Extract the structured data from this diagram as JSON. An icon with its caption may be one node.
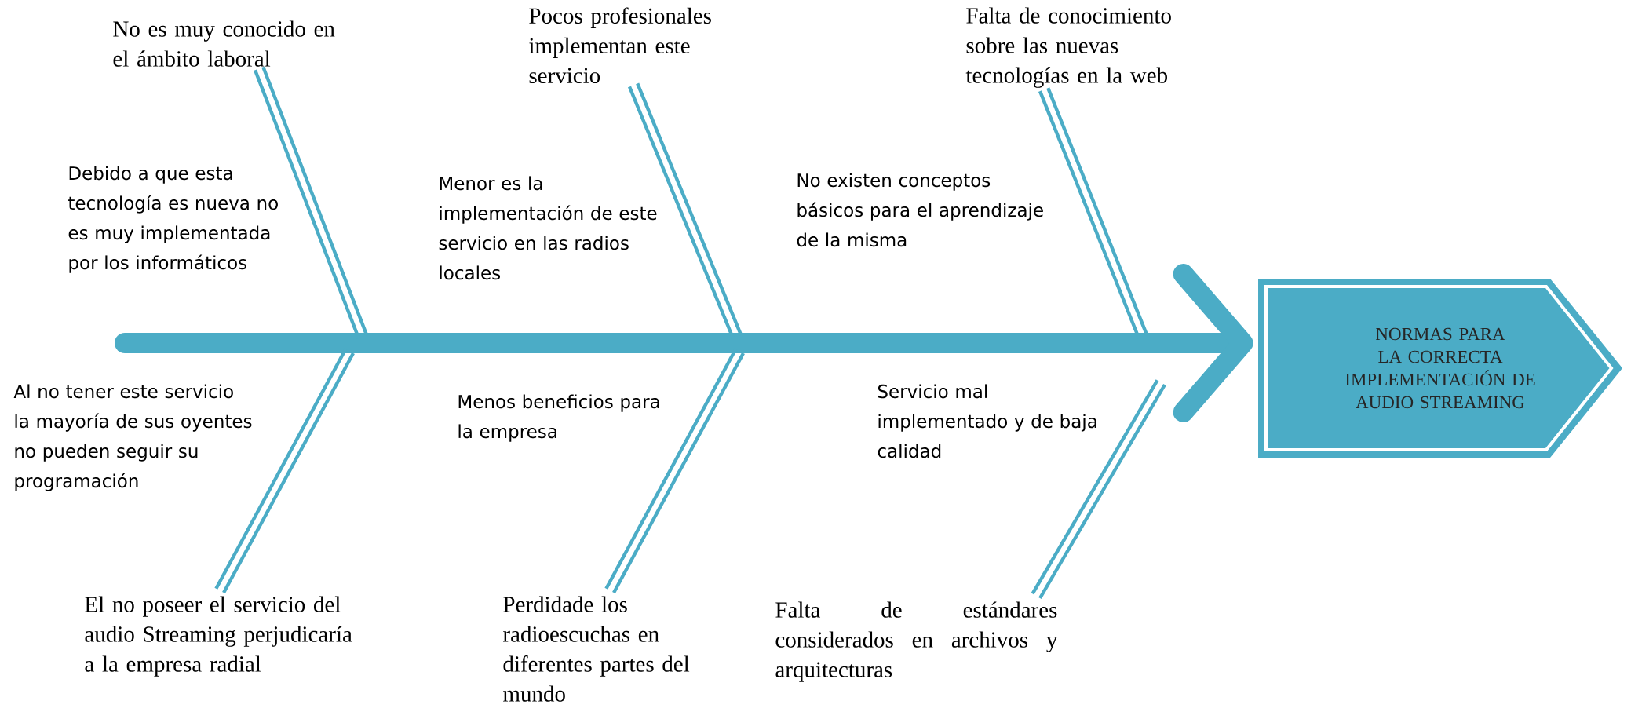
{
  "diagram": {
    "nodes": [
      {
        "text": [
          "NORMAS PARA LA CORRECTA IMPLEMENTACIÓN DE AUDIO STREAMING"
        ]
      },
      {
        "text": [
          "No es muy conocido en el ámbito laboral"
        ]
      },
      {
        "text": [
          "Pocos profesionales implementan este servicio"
        ]
      },
      {
        "text": [
          "Falta de conocimiento sobre las nuevas tecnologías en la web"
        ]
      },
      {
        "text": [
          "El no poseer el servicio del audio Streaming perjudicaría a la empresa radial"
        ]
      },
      {
        "text": [
          "Perdidade los radioescuchas en diferentes partes del mundo"
        ]
      },
      {
        "text": [
          "Falta de estándares considerados en archivos y arquitecturas"
        ]
      }
    ],
    "edges": [
      {
        "from": null,
        "to": 0,
        "arrow": "to",
        "style": "thick"
      },
      {
        "from": 1,
        "to": null,
        "arrow": "none"
      },
      {
        "from": 2,
        "to": null,
        "arrow": "none"
      },
      {
        "from": 3,
        "to": null,
        "arrow": "none"
      },
      {
        "from": 4,
        "to": null,
        "arrow": "none"
      },
      {
        "from": 5,
        "to": null,
        "arrow": "none"
      },
      {
        "from": 6,
        "to": null,
        "arrow": "none"
      }
    ],
    "labels": [
      "Debido a que esta tecnología es nueva no es muy implementada por los informáticos",
      "Menor es la implementación de este servicio en las radios locales",
      "No existen conceptos básicos para el aprendizaje de la misma",
      "Al no tener este servicio la mayoría de sus oyentes no pueden seguir su programación",
      "Menos beneficios para la empresa",
      "Servicio mal implementado y de baja calidad"
    ]
  }
}
